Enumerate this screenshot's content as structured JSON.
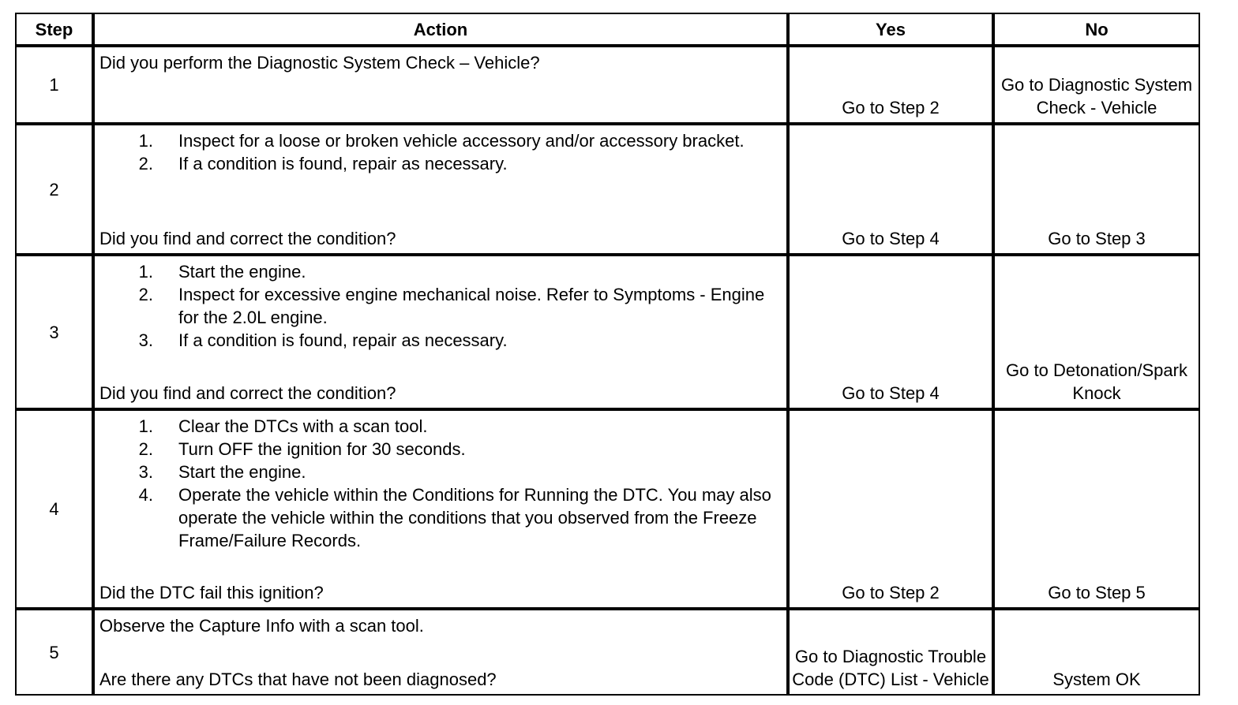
{
  "headers": {
    "step": "Step",
    "action": "Action",
    "yes": "Yes",
    "no": "No"
  },
  "rows": [
    {
      "step": "1",
      "intro": "Did you perform the Diagnostic System Check – Vehicle?",
      "items": [],
      "question": "",
      "yes": "Go to Step 2",
      "no": "Go to Diagnostic System Check - Vehicle"
    },
    {
      "step": "2",
      "intro": "",
      "items": [
        {
          "num": "1.",
          "text": "Inspect for a loose or broken vehicle accessory and/or accessory bracket."
        },
        {
          "num": "2.",
          "text": "If a condition is found, repair as necessary."
        }
      ],
      "question": "Did you find and correct the condition?",
      "yes": "Go to Step 4",
      "no": "Go to Step 3"
    },
    {
      "step": "3",
      "intro": "",
      "items": [
        {
          "num": "1.",
          "text": "Start the engine."
        },
        {
          "num": "2.",
          "text": "Inspect for excessive engine mechanical noise. Refer to Symptoms - Engine for the 2.0L engine."
        },
        {
          "num": "3.",
          "text": "If a condition is found, repair as necessary."
        }
      ],
      "question": "Did you find and correct the condition?",
      "yes": "Go to Step 4",
      "no": "Go to Detonation/Spark Knock"
    },
    {
      "step": "4",
      "intro": "",
      "items": [
        {
          "num": "1.",
          "text": "Clear the DTCs with a scan tool."
        },
        {
          "num": "2.",
          "text": "Turn OFF the ignition for 30 seconds."
        },
        {
          "num": "3.",
          "text": "Start the engine."
        },
        {
          "num": "4.",
          "text": "Operate the vehicle within the Conditions for Running the DTC. You may also operate the vehicle within the conditions that you observed from the Freeze Frame/Failure Records."
        }
      ],
      "question": "Did the DTC fail this ignition?",
      "yes": "Go to Step 2",
      "no": "Go to Step 5"
    },
    {
      "step": "5",
      "intro": "Observe the Capture Info with a scan tool.",
      "items": [],
      "question": "Are there any DTCs that have not been diagnosed?",
      "yes": "Go to Diagnostic Trouble Code (DTC) List - Vehicle",
      "no": "System OK"
    }
  ]
}
